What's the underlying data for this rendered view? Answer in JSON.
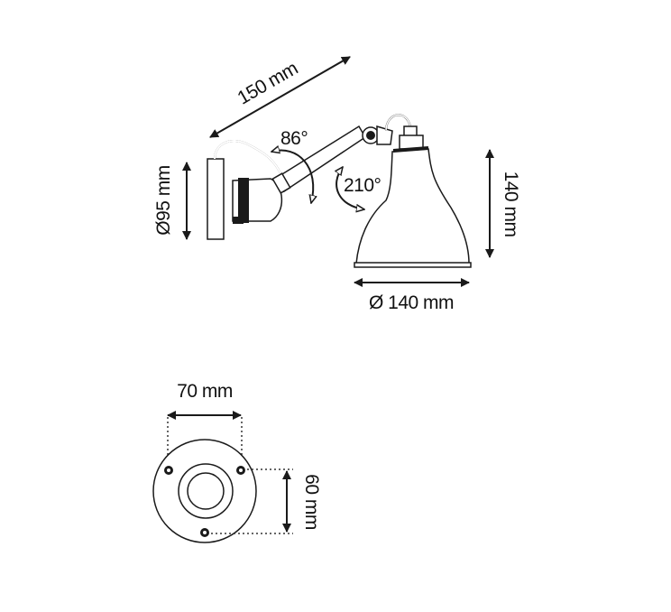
{
  "side_view": {
    "arm_length": "150 mm",
    "arm_angle": "86°",
    "shade_angle": "210°",
    "shade_height": "140 mm",
    "shade_diameter": "Ø 140 mm",
    "base_diameter": "Ø95 mm"
  },
  "base_view": {
    "width": "70 mm",
    "height": "60 mm"
  },
  "colors": {
    "line": "#1a1a1a",
    "background": "#ffffff"
  }
}
